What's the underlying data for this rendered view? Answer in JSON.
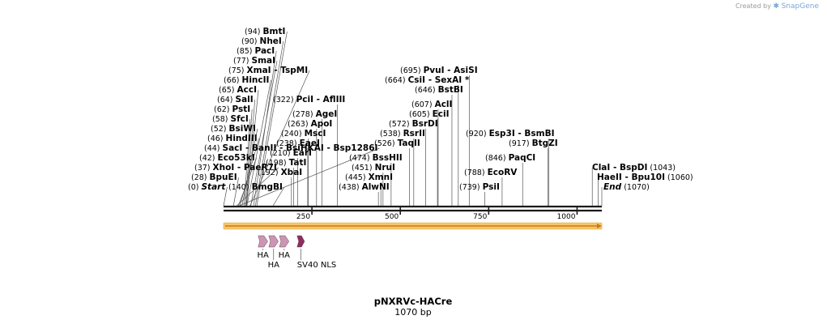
{
  "credit": {
    "prefix": "Created by",
    "brand": "SnapGene"
  },
  "title": "pNXRVc-HACre",
  "length_label": "1070 bp",
  "total_bp": 1070,
  "ticks": [
    {
      "bp": 250,
      "label": "250"
    },
    {
      "bp": 500,
      "label": "500"
    },
    {
      "bp": 750,
      "label": "750"
    },
    {
      "bp": 1000,
      "label": "1000"
    }
  ],
  "colors": {
    "backbone": "#1a1a1a",
    "orf_fill": "#f7c56b",
    "orf_stroke": "#e8a83d",
    "arrow": "#c87a1a",
    "ha": "#cc95b3",
    "nls": "#8c2d5e",
    "cut_line": "#555555"
  },
  "sites": [
    {
      "pos": "(0)",
      "name": "Start",
      "bp": 0,
      "italic": true
    },
    {
      "pos": "(28)",
      "name": "BpuEI",
      "bp": 28
    },
    {
      "pos": "(37)",
      "name": "XhoI   - PaeR7I",
      "bp": 37
    },
    {
      "pos": "(42)",
      "name": "Eco53kI",
      "bp": 42
    },
    {
      "pos": "(44)",
      "name": "SacI   - BanII   - BsiHKAI   - Bsp1286I",
      "bp": 44
    },
    {
      "pos": "(46)",
      "name": "HindIII",
      "bp": 46
    },
    {
      "pos": "(52)",
      "name": "BsiWI",
      "bp": 52
    },
    {
      "pos": "(58)",
      "name": "SfcI",
      "bp": 58
    },
    {
      "pos": "(62)",
      "name": "PstI",
      "bp": 62
    },
    {
      "pos": "(64)",
      "name": "SalI",
      "bp": 64
    },
    {
      "pos": "(65)",
      "name": "AccI",
      "bp": 65
    },
    {
      "pos": "(66)",
      "name": "HincII",
      "bp": 66
    },
    {
      "pos": "(75)",
      "name": "XmaI   - TspMI",
      "bp": 75
    },
    {
      "pos": "(77)",
      "name": "SmaI",
      "bp": 77
    },
    {
      "pos": "(85)",
      "name": "PacI",
      "bp": 85
    },
    {
      "pos": "(90)",
      "name": "NheI",
      "bp": 90
    },
    {
      "pos": "(94)",
      "name": "BmtI",
      "bp": 94
    },
    {
      "pos": "(140)",
      "name": "BmgBI",
      "bp": 140
    },
    {
      "pos": "(192)",
      "name": "XbaI",
      "bp": 192
    },
    {
      "pos": "(198)",
      "name": "TatI",
      "bp": 198
    },
    {
      "pos": "(210)",
      "name": "EarI",
      "bp": 210
    },
    {
      "pos": "(238)",
      "name": "EaeI",
      "bp": 238
    },
    {
      "pos": "(240)",
      "name": "MscI",
      "bp": 240
    },
    {
      "pos": "(263)",
      "name": "ApoI",
      "bp": 263
    },
    {
      "pos": "(278)",
      "name": "AgeI",
      "bp": 278
    },
    {
      "pos": "(322)",
      "name": "PciI   - AflIII",
      "bp": 322
    },
    {
      "pos": "(438)",
      "name": "AlwNI",
      "bp": 438
    },
    {
      "pos": "(445)",
      "name": "XmnI",
      "bp": 445
    },
    {
      "pos": "(451)",
      "name": "NruI",
      "bp": 451
    },
    {
      "pos": "(474)",
      "name": "BssHII",
      "bp": 474
    },
    {
      "pos": "(526)",
      "name": "TaqII",
      "bp": 526
    },
    {
      "pos": "(538)",
      "name": "RsrII",
      "bp": 538
    },
    {
      "pos": "(572)",
      "name": "BsrDI",
      "bp": 572
    },
    {
      "pos": "(605)",
      "name": "EciI",
      "bp": 605
    },
    {
      "pos": "(607)",
      "name": "AclI",
      "bp": 607
    },
    {
      "pos": "(646)",
      "name": "BstBI",
      "bp": 646
    },
    {
      "pos": "(664)",
      "name": "CsiI   - SexAI  *",
      "bp": 664
    },
    {
      "pos": "(695)",
      "name": "PvuI   - AsiSI",
      "bp": 695
    },
    {
      "pos": "(739)",
      "name": "PsiI",
      "bp": 739
    },
    {
      "pos": "(788)",
      "name": "EcoRV",
      "bp": 788
    },
    {
      "pos": "(846)",
      "name": "PaqCI",
      "bp": 846
    },
    {
      "pos": "(917)",
      "name": "BtgZI",
      "bp": 917
    },
    {
      "pos": "(920)",
      "name": "Esp3I   - BsmBI",
      "bp": 920
    },
    {
      "pos": "(1043)",
      "name": "ClaI   - BspDI",
      "bp": 1043
    },
    {
      "pos": "(1060)",
      "name": "HaeII   - Bpu10I",
      "bp": 1060
    },
    {
      "pos": "(1070)",
      "name": "End",
      "bp": 1070,
      "italic": true
    }
  ],
  "features": [
    {
      "name": "HA",
      "start": 98,
      "end": 125,
      "type": "ha"
    },
    {
      "name": "HA",
      "start": 128,
      "end": 155,
      "type": "ha"
    },
    {
      "name": "HA",
      "start": 158,
      "end": 185,
      "type": "ha"
    },
    {
      "name": "SV40 NLS",
      "start": 208,
      "end": 229,
      "type": "nls"
    }
  ],
  "orf": {
    "start": 0,
    "end": 1070
  }
}
